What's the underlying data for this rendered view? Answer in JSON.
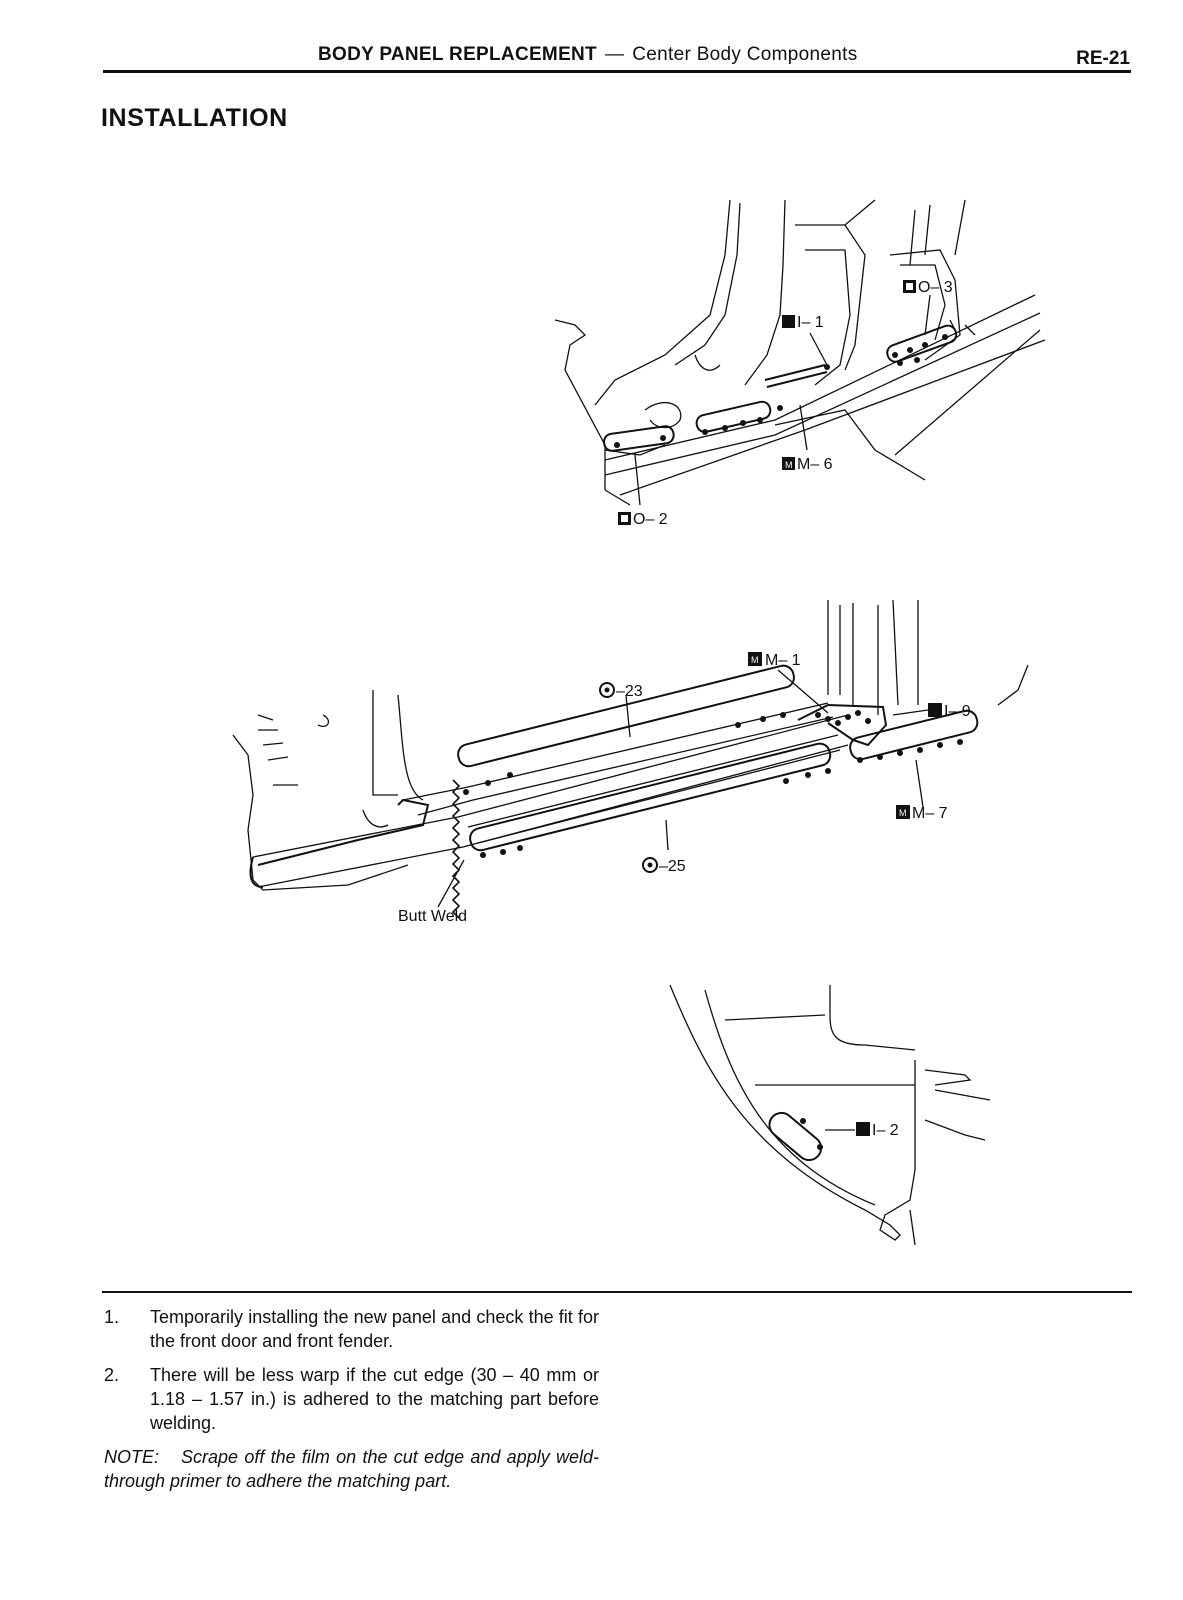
{
  "header": {
    "title_bold": "BODY PANEL REPLACEMENT",
    "separator": "—",
    "title_rest": "Center Body Components",
    "page_number": "RE-21"
  },
  "section_title": "INSTALLATION",
  "figure1": {
    "callouts": {
      "o3": "O– 3",
      "i1": "I– 1",
      "m6": "M– 6",
      "o2": "O– 2"
    },
    "icons": {
      "spot_weld_o": "square-o-weld-icon",
      "spot_weld_i": "square-i-weld-icon",
      "spot_weld_m": "square-m-weld-icon"
    }
  },
  "figure2": {
    "callouts": {
      "m1": "M– 1",
      "c23": "–23",
      "i9": "I– 9",
      "m7": "M– 7",
      "c25": "–25",
      "butt_weld": "Butt Weld"
    },
    "icons": {
      "circle_weld": "circle-dot-weld-icon"
    }
  },
  "figure3": {
    "callouts": {
      "i2": "I– 2"
    }
  },
  "steps": [
    {
      "num": "1.",
      "text": "Temporarily installing the new panel and check the fit for the front door and front fender."
    },
    {
      "num": "2.",
      "text": "There will be less warp if the cut edge (30 – 40 mm or 1.18 – 1.57 in.) is adhered to the matching part before welding."
    }
  ],
  "note": {
    "label": "NOTE:",
    "text": "Scrape off the film on the cut edge and apply weld-through primer to adhere the matching part."
  }
}
